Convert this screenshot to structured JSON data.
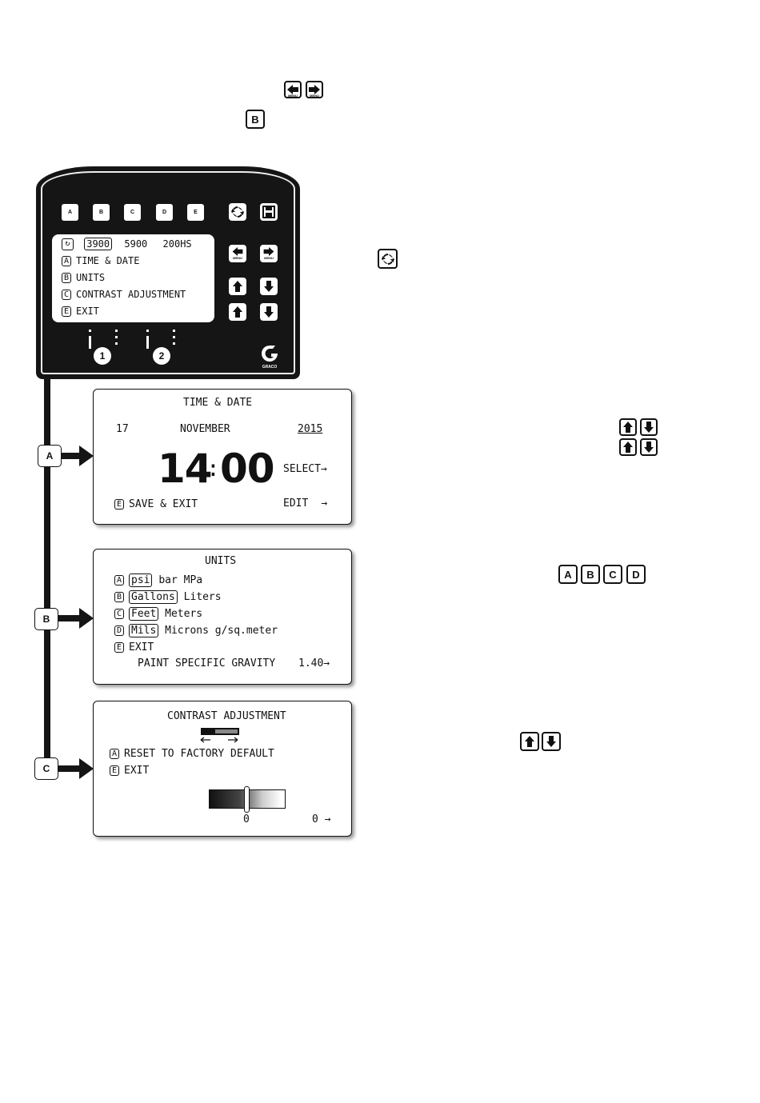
{
  "top_icons": {
    "menu_label": "MENU",
    "b_key": "B"
  },
  "controller": {
    "keys": [
      "A",
      "B",
      "C",
      "D",
      "E"
    ],
    "menu_label": "MENU",
    "lcd": {
      "models": [
        "3900",
        "5900",
        "200HS"
      ],
      "items": [
        {
          "key": "A",
          "label": "TIME & DATE"
        },
        {
          "key": "B",
          "label": "UNITS"
        },
        {
          "key": "C",
          "label": "CONTRAST ADJUSTMENT"
        },
        {
          "key": "E",
          "label": "EXIT"
        }
      ]
    },
    "indicators": [
      "1",
      "2"
    ],
    "brand": "GRACO"
  },
  "branch_tags": [
    "A",
    "B",
    "C"
  ],
  "time_date": {
    "title": "TIME & DATE",
    "day": "17",
    "month": "NOVEMBER",
    "year": "2015",
    "hour": "14",
    "sep": ":",
    "minute": "00",
    "select": "SELECT→",
    "save_key": "E",
    "save": "SAVE & EXIT",
    "edit": "EDIT",
    "edit_arrow": "→"
  },
  "units": {
    "title": "UNITS",
    "rows": [
      {
        "key": "A",
        "sel": "psi",
        "rest": "bar MPa"
      },
      {
        "key": "B",
        "sel": "Gallons",
        "rest": "Liters"
      },
      {
        "key": "C",
        "sel": "Feet",
        "rest": "Meters"
      },
      {
        "key": "D",
        "sel": "Mils",
        "rest": "Microns g/sq.meter"
      }
    ],
    "exit_key": "E",
    "exit": "EXIT",
    "gravity_label": "PAINT SPECIFIC GRAVITY",
    "gravity_value": "1.40→"
  },
  "contrast": {
    "title": "CONTRAST ADJUSTMENT",
    "reset_key": "A",
    "reset": "RESET TO FACTORY DEFAULT",
    "exit_key": "E",
    "exit": "EXIT",
    "slider_value": "0",
    "right_value": "0 →"
  },
  "right_keys": [
    "A",
    "B",
    "C",
    "D"
  ]
}
